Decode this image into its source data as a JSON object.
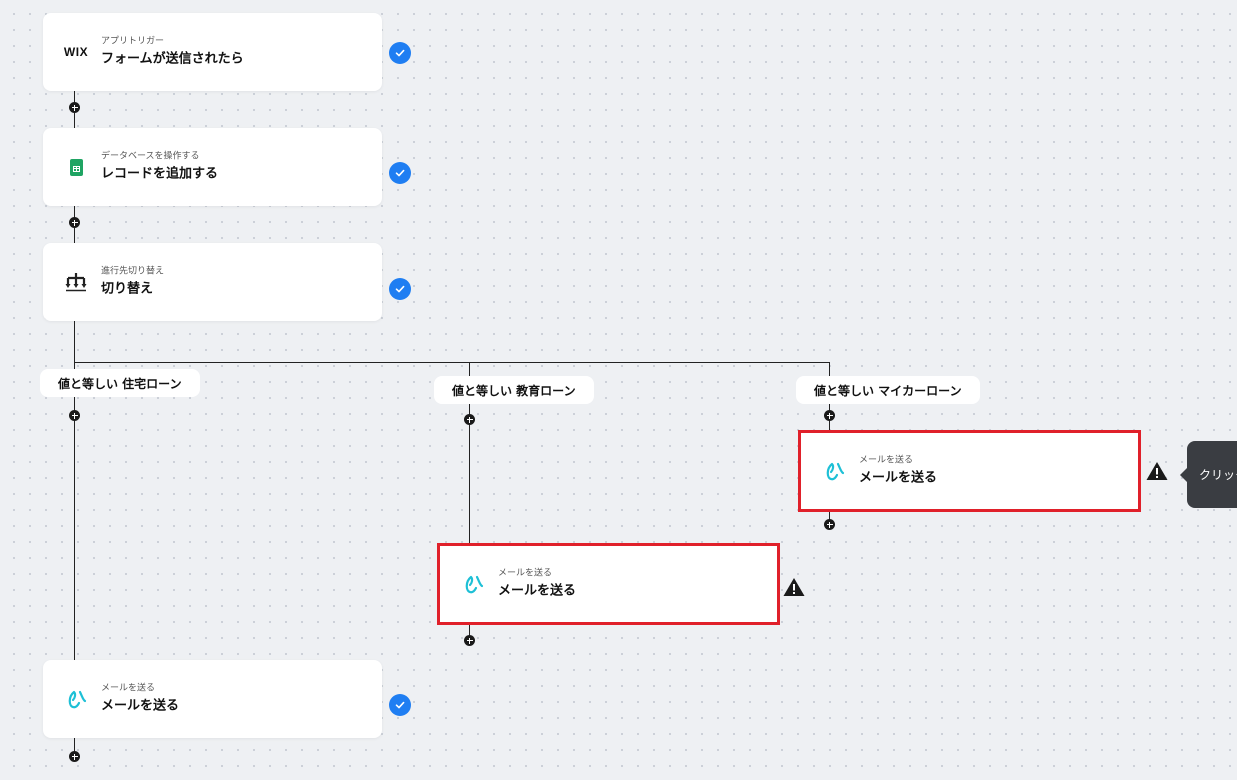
{
  "colors": {
    "accent": "#1f7ef2",
    "highlight": "#e0202a",
    "background": "#eef0f3"
  },
  "steps": [
    {
      "sub": "アプリトリガー",
      "main": "フォームが送信されたら",
      "icon": "wix-logo-icon",
      "status": "check-icon"
    },
    {
      "sub": "データベースを操作する",
      "main": "レコードを追加する",
      "icon": "spreadsheet-icon",
      "status": "check-icon"
    },
    {
      "sub": "進行先切り替え",
      "main": "切り替え",
      "icon": "branch-switch-icon",
      "status": "check-icon"
    }
  ],
  "wix_logo_text": "WIX",
  "branches": [
    {
      "label": "値と等しい 住宅ローン",
      "action": {
        "sub": "メールを送る",
        "main": "メールを送る",
        "icon": "mail-send-icon",
        "status": "check-icon"
      }
    },
    {
      "label": "値と等しい 教育ローン",
      "action": {
        "sub": "メールを送る",
        "main": "メールを送る",
        "icon": "mail-send-icon",
        "status": "warning-icon"
      }
    },
    {
      "label": "値と等しい マイカーローン",
      "action": {
        "sub": "メールを送る",
        "main": "メールを送る",
        "icon": "mail-send-icon",
        "status": "warning-icon"
      }
    }
  ],
  "tooltip": {
    "text": "クリック"
  }
}
